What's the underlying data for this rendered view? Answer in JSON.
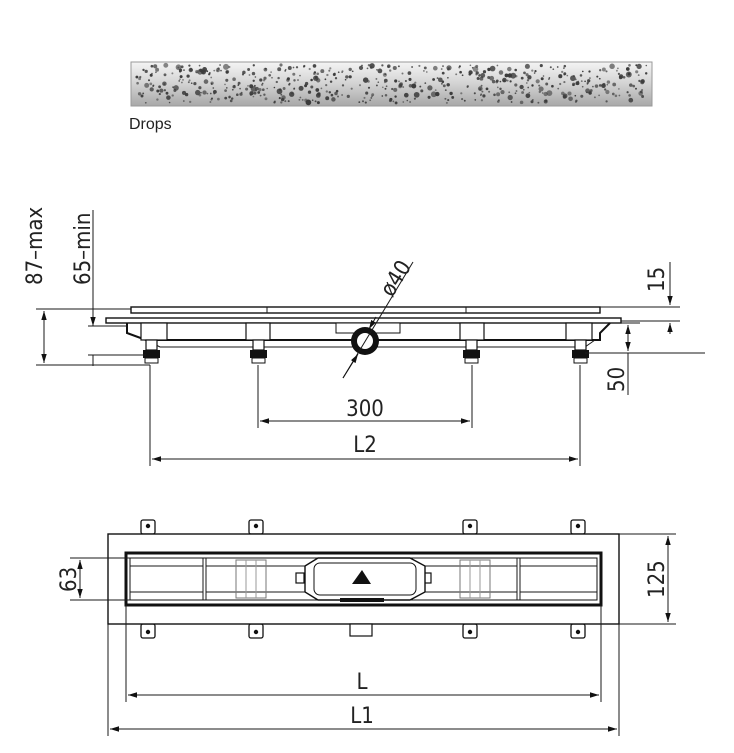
{
  "grate": {
    "caption": "Drops",
    "colors": {
      "light": "#efefef",
      "mid": "#cfcfcf",
      "dark": "#9a9a9a",
      "dot": "#3a3a3a"
    }
  },
  "side_view": {
    "height_max_label": "87–max",
    "height_min_label": "65–min",
    "pipe_label": "ø40",
    "top_label": "15",
    "outlet_label": "50",
    "spacing_label": "300",
    "length_label": "L2"
  },
  "top_view": {
    "inner_width_label": "63",
    "outer_width_label": "125",
    "inner_length_label": "L",
    "outer_length_label": "L1"
  },
  "colors": {
    "line": "#1a1a1a",
    "text": "#222222"
  }
}
